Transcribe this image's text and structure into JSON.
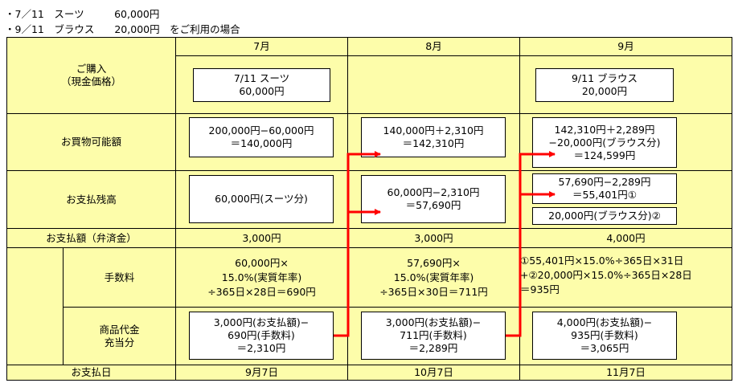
{
  "intro": {
    "line1": "・7／11　スーツ　　　60,000円",
    "line2": "・9／11　ブラウス　　20,000円　をご利用の場合"
  },
  "headers": {
    "jul": "7月",
    "aug": "8月",
    "sep": "9月"
  },
  "rows": {
    "purchase": "ご購入\n（現金価格）",
    "available": "お買物可能額",
    "balance": "お支払残高",
    "payment": "お支払額（弁済金）",
    "fee": "手数料",
    "principal": "商品代金\n充当分",
    "date": "お支払日"
  },
  "purchase": {
    "jul": "7/11 スーツ\n60,000円",
    "sep": "9/11 ブラウス\n20,000円"
  },
  "available": {
    "jul": "200,000円−60,000円\n＝140,000円",
    "aug": "140,000円＋2,310円\n＝142,310円",
    "sep": "142,310円＋2,289円\n−20,000円(ブラウス分)\n＝124,599円"
  },
  "balance": {
    "jul": "60,000円(スーツ分)",
    "aug": "60,000円−2,310円\n＝57,690円",
    "sep1": "57,690円−2,289円\n＝55,401円①",
    "sep2": "20,000円(ブラウス分)②"
  },
  "payment": {
    "jul": "3,000円",
    "aug": "3,000円",
    "sep": "4,000円"
  },
  "fee": {
    "jul": "60,000円×\n15.0%(実質年率)\n÷365日×28日＝690円",
    "aug": "57,690円×\n15.0%(実質年率)\n÷365日×30日＝711円",
    "sep": "①55,401円×15.0%÷365日×31日\n+②20,000円×15.0%÷365日×28日\n＝935円"
  },
  "principal": {
    "jul": "3,000円(お支払額)−\n690円(手数料)\n＝2,310円",
    "aug": "3,000円(お支払額)−\n711円(手数料)\n＝2,289円",
    "sep": "4,000円(お支払額)−\n935円(手数料)\n＝3,065円"
  },
  "date": {
    "jul": "9月7日",
    "aug": "10月7日",
    "sep": "11月7日"
  },
  "colors": {
    "table_bg": "#fdfdaa",
    "box_bg": "#ffffff",
    "arrow": "#ff0000",
    "border": "#000000"
  }
}
